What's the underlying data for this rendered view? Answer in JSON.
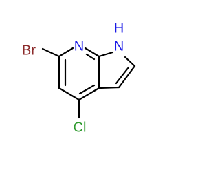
{
  "molecule": {
    "labels": {
      "bromine": "Br",
      "pyridine_nitrogen": "N",
      "pyrrole_nh": "H",
      "pyrrole_n": "N",
      "chlorine": "Cl"
    }
  },
  "colors": {
    "bond": "#000000",
    "bromine": "#8B2A2A",
    "nitrogen": "#1A1AE6",
    "chlorine": "#2E9A2E",
    "background": "#FFFFFF"
  }
}
